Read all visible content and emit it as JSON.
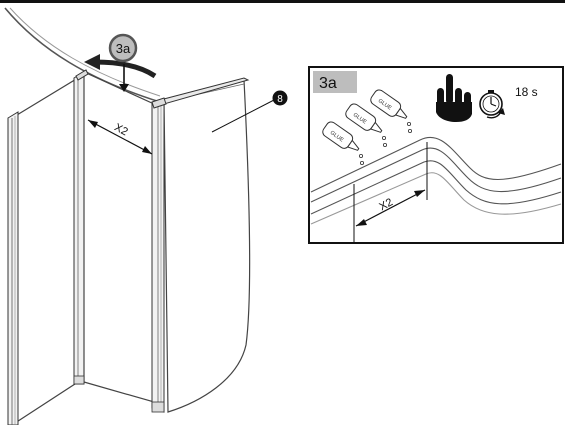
{
  "main_view": {
    "step_badge": "3a",
    "dimension_label": "X2",
    "part_number": "8"
  },
  "detail_panel": {
    "step_label": "3a",
    "glue_label": "GLUE",
    "time_label": "18 s",
    "dimension_label": "X2",
    "icons": [
      "press-hand-icon",
      "stopwatch-icon",
      "glue-bottle-icon"
    ]
  }
}
